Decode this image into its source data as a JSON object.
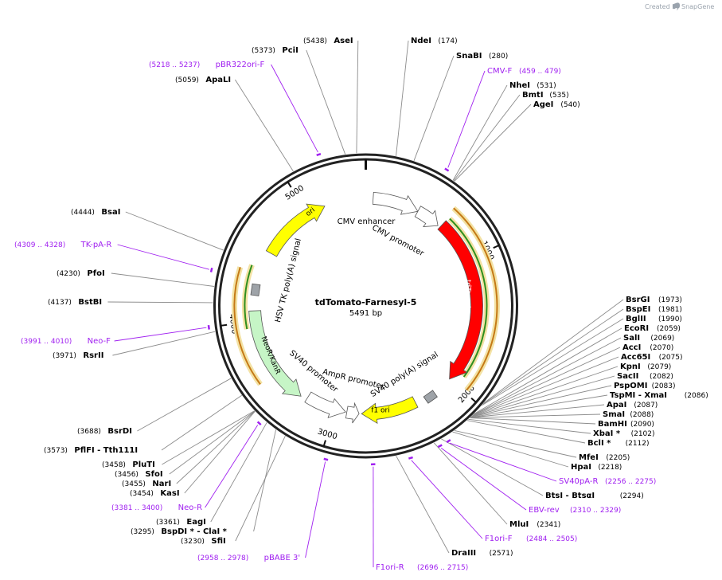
{
  "credit": {
    "prefix": "Created by",
    "brand": "SnapGene"
  },
  "plasmid": {
    "name": "tdTomato-Farnesyl-5",
    "size": "5491 bp",
    "length": 5491
  },
  "colors": {
    "backbone": "#222222",
    "primer": "#a020f0",
    "tdTomato": "#ff0000",
    "ori": "#ffff00",
    "f1ori": "#ffff00",
    "neo": "#c6f5c6",
    "promoter": "#ffffff",
    "terminator": "#9ea3a8",
    "primer_arrow_outer": "#c57a16",
    "primer_arrow_inner": "#2f8f1f"
  },
  "ticks": [
    {
      "pos": 0,
      "label": ""
    },
    {
      "pos": 1000,
      "label": "1000"
    },
    {
      "pos": 2000,
      "label": "2000"
    },
    {
      "pos": 3000,
      "label": "3000"
    },
    {
      "pos": 4000,
      "label": "4000"
    },
    {
      "pos": 5000,
      "label": "5000"
    }
  ],
  "enzymes": [
    {
      "name": "AseI",
      "pos_text": "(5438)",
      "site": 5438,
      "pos_first": true
    },
    {
      "name": "PciI",
      "pos_text": "(5373)",
      "site": 5373,
      "pos_first": true
    },
    {
      "name": "ApaLI",
      "pos_text": "(5059)",
      "site": 5059,
      "pos_first": true
    },
    {
      "name": "NdeI",
      "pos_text": "(174)",
      "site": 174,
      "pos_first": false
    },
    {
      "name": "SnaBI",
      "pos_text": "(280)",
      "site": 280,
      "pos_first": false
    },
    {
      "name": "NheI",
      "pos_text": "(531)",
      "site": 531,
      "pos_first": false
    },
    {
      "name": "BmtI",
      "pos_text": "(535)",
      "site": 535,
      "pos_first": false
    },
    {
      "name": "AgeI",
      "pos_text": "(540)",
      "site": 540,
      "pos_first": false
    },
    {
      "name": "BsaI",
      "pos_text": "(4444)",
      "site": 4444,
      "pos_first": true
    },
    {
      "name": "PfoI",
      "pos_text": "(4230)",
      "site": 4230,
      "pos_first": true
    },
    {
      "name": "BstBI",
      "pos_text": "(4137)",
      "site": 4137,
      "pos_first": true
    },
    {
      "name": "RsrII",
      "pos_text": "(3971)",
      "site": 3971,
      "pos_first": true
    },
    {
      "name": "BsrGI",
      "pos_text": "(1973)",
      "site": 1973,
      "pos_first": false
    },
    {
      "name": "BspEI",
      "pos_text": "(1981)",
      "site": 1981,
      "pos_first": false
    },
    {
      "name": "BglII",
      "pos_text": "(1990)",
      "site": 1990,
      "pos_first": false
    },
    {
      "name": "EcoRI",
      "pos_text": "(2059)",
      "site": 2059,
      "pos_first": false
    },
    {
      "name": "SalI",
      "pos_text": "(2069)",
      "site": 2069,
      "pos_first": false
    },
    {
      "name": "AccI",
      "pos_text": "(2070)",
      "site": 2070,
      "pos_first": false
    },
    {
      "name": "Acc65I",
      "pos_text": "(2075)",
      "site": 2075,
      "pos_first": false
    },
    {
      "name": "KpnI",
      "pos_text": "(2079)",
      "site": 2079,
      "pos_first": false
    },
    {
      "name": "SacII",
      "pos_text": "(2082)",
      "site": 2082,
      "pos_first": false
    },
    {
      "name": "PspOMI",
      "pos_text": "(2083)",
      "site": 2083,
      "pos_first": false
    },
    {
      "name": "TspMI  - XmaI",
      "pos_text": "(2086)",
      "site": 2086,
      "pos_first": false
    },
    {
      "name": "ApaI",
      "pos_text": "(2087)",
      "site": 2087,
      "pos_first": false
    },
    {
      "name": "SmaI",
      "pos_text": "(2088)",
      "site": 2088,
      "pos_first": false
    },
    {
      "name": "BamHI",
      "pos_text": "(2090)",
      "site": 2090,
      "pos_first": false
    },
    {
      "name": "XbaI *",
      "pos_text": "(2102)",
      "site": 2102,
      "pos_first": false
    },
    {
      "name": "BclI *",
      "pos_text": "(2112)",
      "site": 2112,
      "pos_first": false
    },
    {
      "name": "MfeI",
      "pos_text": "(2205)",
      "site": 2205,
      "pos_first": false
    },
    {
      "name": "HpaI",
      "pos_text": "(2218)",
      "site": 2218,
      "pos_first": false
    },
    {
      "name": "BtsI  - BtsαI",
      "pos_text": "(2294)",
      "site": 2294,
      "pos_first": false
    },
    {
      "name": "MluI",
      "pos_text": "(2341)",
      "site": 2341,
      "pos_first": false
    },
    {
      "name": "DraIII",
      "pos_text": "(2571)",
      "site": 2571,
      "pos_first": false
    },
    {
      "name": "BsrDI",
      "pos_text": "(3688)",
      "site": 3688,
      "pos_first": true
    },
    {
      "name": "PflFI  - Tth111I",
      "pos_text": "(3573)",
      "site": 3573,
      "pos_first": true
    },
    {
      "name": "PluTI",
      "pos_text": "(3458)",
      "site": 3458,
      "pos_first": true
    },
    {
      "name": "SfoI",
      "pos_text": "(3456)",
      "site": 3456,
      "pos_first": true
    },
    {
      "name": "NarI",
      "pos_text": "(3455)",
      "site": 3455,
      "pos_first": true
    },
    {
      "name": "KasI",
      "pos_text": "(3454)",
      "site": 3454,
      "pos_first": true
    },
    {
      "name": "EagI",
      "pos_text": "(3361)",
      "site": 3361,
      "pos_first": true
    },
    {
      "name": "BspDI *  - ClaI *",
      "pos_text": "(3295)",
      "site": 3295,
      "pos_first": true
    },
    {
      "name": "SfiI",
      "pos_text": "(3230)",
      "site": 3230,
      "pos_first": true
    }
  ],
  "primers": [
    {
      "name": "pBR322ori-F",
      "range": "(5218 .. 5237)",
      "site": 5227,
      "range_first": true
    },
    {
      "name": "CMV-F",
      "range": "(459 .. 479)",
      "site": 469,
      "range_first": false
    },
    {
      "name": "TK-pA-R",
      "range": "(4309 .. 4328)",
      "site": 4318,
      "range_first": true
    },
    {
      "name": "Neo-F",
      "range": "(3991 .. 4010)",
      "site": 4000,
      "range_first": true
    },
    {
      "name": "SV40pA-R",
      "range": "(2256 .. 2275)",
      "site": 2265,
      "range_first": false
    },
    {
      "name": "EBV-rev",
      "range": "(2310 .. 2329)",
      "site": 2319,
      "range_first": false
    },
    {
      "name": "F1ori-F",
      "range": "(2484 .. 2505)",
      "site": 2494,
      "range_first": false
    },
    {
      "name": "F1ori-R",
      "range": "(2696 .. 2715)",
      "site": 2705,
      "range_first": false
    },
    {
      "name": "Neo-R",
      "range": "(3381 .. 3400)",
      "site": 3390,
      "range_first": true
    },
    {
      "name": "pBABE 3'",
      "range": "(2958 .. 2978)",
      "site": 2968,
      "range_first": true
    }
  ],
  "features": [
    {
      "id": "cmv-enhancer",
      "label": "CMV enhancer",
      "start": 60,
      "end": 440,
      "type": "promoter"
    },
    {
      "id": "cmv-promoter",
      "label": "CMV promoter",
      "start": 440,
      "end": 640,
      "type": "promoter"
    },
    {
      "id": "tdtomato",
      "label": "tdTomato",
      "start": 660,
      "end": 2000,
      "type": "cds"
    },
    {
      "id": "sv40-polya",
      "label": "SV40 poly(A) signal",
      "start": 2140,
      "end": 2270,
      "type": "terminator"
    },
    {
      "id": "f1-ori",
      "label": "f1 ori",
      "start": 2330,
      "end": 2780,
      "type": "ori"
    },
    {
      "id": "ampr-promoter",
      "label": "AmpR promoter",
      "start": 2800,
      "end": 2900,
      "type": "promoter"
    },
    {
      "id": "sv40-promoter",
      "label": "SV40 promoter",
      "start": 2910,
      "end": 3240,
      "type": "promoter"
    },
    {
      "id": "neor-kanr",
      "label": "NeoR/KanR",
      "start": 3290,
      "end": 4080,
      "type": "cds"
    },
    {
      "id": "hsv-tk-polya",
      "label": "HSV TK poly(A) signal",
      "start": 4220,
      "end": 4270,
      "type": "terminator"
    },
    {
      "id": "ori",
      "label": "ori",
      "start": 4560,
      "end": 5150,
      "type": "ori"
    }
  ]
}
